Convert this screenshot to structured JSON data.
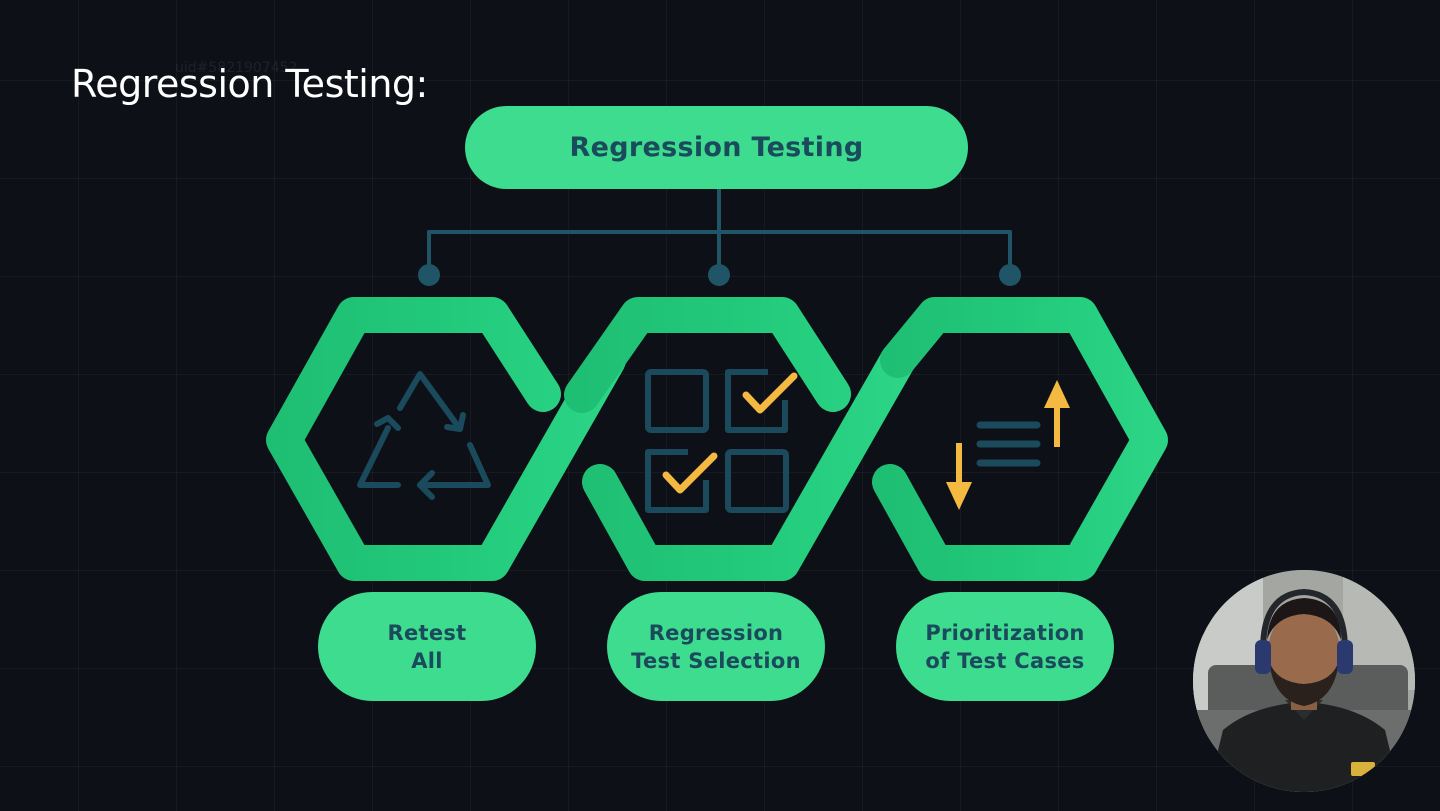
{
  "slide": {
    "title": "Regression Testing:",
    "watermark": "uid#5821907452"
  },
  "diagram": {
    "root_label": "Regression Testing",
    "branches": [
      {
        "line1": "Retest",
        "line2": "All",
        "icon": "recycle-icon"
      },
      {
        "line1": "Regression",
        "line2": "Test Selection",
        "icon": "checklist-grid-icon"
      },
      {
        "line1": "Prioritization",
        "line2": "of Test Cases",
        "icon": "sort-priority-icon"
      }
    ],
    "colors": {
      "background": "#0d1117",
      "accent_green": "#3ddc8f",
      "hex_green": "#1fc476",
      "icon_navy": "#1a4a5c",
      "connector": "#1f5566",
      "highlight_yellow": "#f5b942"
    }
  },
  "presenter": {
    "icon": "presenter-webcam"
  }
}
